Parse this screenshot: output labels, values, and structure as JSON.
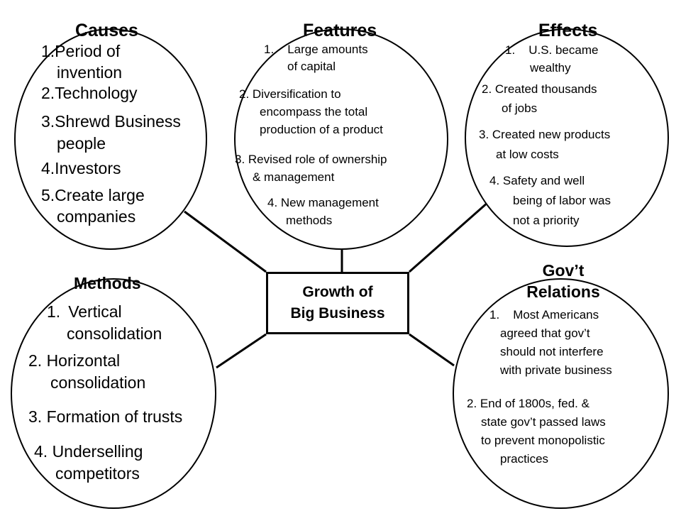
{
  "center": {
    "line1": "Growth of",
    "line2": "Big Business"
  },
  "causes": {
    "title": "Causes",
    "items": [
      [
        "1.Period of",
        "invention"
      ],
      [
        "2.Technology"
      ],
      [
        "3.Shrewd Business",
        "people"
      ],
      [
        "4.Investors"
      ],
      [
        "5.Create large",
        "companies"
      ]
    ]
  },
  "features": {
    "title": "Features",
    "items": [
      [
        "1.",
        "Large amounts",
        "of capital"
      ],
      [
        "2. Diversification to",
        "encompass the total",
        "production of a product"
      ],
      [
        "3. Revised role of ownership",
        "& management"
      ],
      [
        "4. New management",
        "methods"
      ]
    ]
  },
  "effects": {
    "title": "Effects",
    "items": [
      [
        "1.",
        "U.S. became",
        "wealthy"
      ],
      [
        "2. Created thousands",
        "of jobs"
      ],
      [
        "3. Created new products",
        "at low costs"
      ],
      [
        "4. Safety and well",
        "being of labor was",
        "not a priority"
      ]
    ]
  },
  "methods": {
    "title": "Methods",
    "items": [
      [
        "1.",
        "Vertical",
        "consolidation"
      ],
      [
        "2. Horizontal",
        "consolidation"
      ],
      [
        "3. Formation of trusts"
      ],
      [
        "4. Underselling",
        "competitors"
      ]
    ]
  },
  "govt": {
    "title_line1": "Gov’t",
    "title_line2": "Relations",
    "items": [
      [
        "1.",
        "Most Americans",
        "agreed that gov’t",
        "should not interfere",
        "with private business"
      ],
      [
        "2. End of 1800s, fed. &",
        "state gov’t passed laws",
        "to prevent monopolistic",
        "practices"
      ]
    ]
  }
}
